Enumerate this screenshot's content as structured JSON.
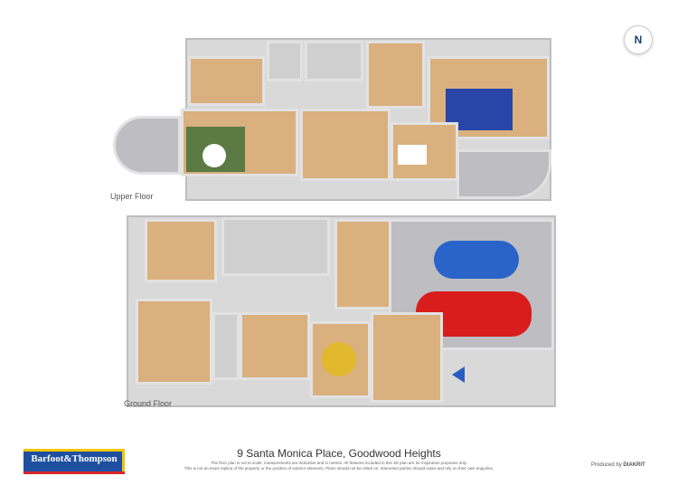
{
  "compass": {
    "label": "N"
  },
  "floors": [
    {
      "label": "Upper Floor"
    },
    {
      "label": "Ground Floor"
    }
  ],
  "footer": {
    "brand": "Barfoot&Thompson",
    "address": "9 Santa Monica Place, Goodwood Heights",
    "disclaimer_line1": "The floor plan is not to scale, measurements are indicative and in metres. All features included in this 3D plan are for inspiration purposes only.",
    "disclaimer_line2": "This is not an exact replica of the property or the position of exterior elements. Plans should not be relied on. Interested parties should make and rely on their own enquiries.",
    "produced_by": "Produced by",
    "producer": "DIAKRIT"
  },
  "colors": {
    "brand_blue": "#1f4fa0",
    "brand_red": "#d8262c",
    "brand_yellow": "#f2c500",
    "car_blue": "#2a64c8",
    "car_red": "#d91c1c",
    "rug_blue": "#2845a8",
    "entry_arrow": "#2a5cc0"
  }
}
